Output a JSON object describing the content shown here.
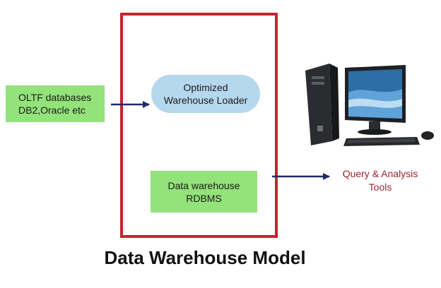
{
  "diagram": {
    "title": "Data Warehouse Model",
    "source_box": {
      "line1": "OLTF databases",
      "line2": "DB2,Oracle etc"
    },
    "loader": {
      "line1": "Optimized",
      "line2": "Warehouse Loader"
    },
    "warehouse_box": {
      "line1": "Data warehouse",
      "line2": "RDBMS"
    },
    "output": {
      "line1": "Query & Analysis",
      "line2": "Tools"
    },
    "icons": {
      "client": "desktop-computer-icon",
      "arrow": "right-arrow-icon"
    },
    "colors": {
      "frame": "#c8232c",
      "green_box": "#93e27a",
      "loader_pill": "#b6d8ee",
      "arrow": "#1e2b6b",
      "output_text": "#9b2332",
      "title": "#111111"
    }
  }
}
